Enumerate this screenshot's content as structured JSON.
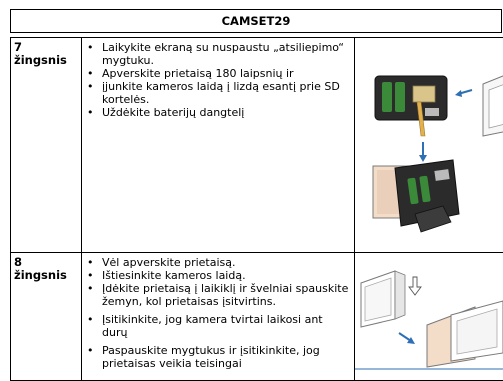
{
  "header": {
    "title": "CAMSET29"
  },
  "steps": [
    {
      "number": "7",
      "word": "žingsnis",
      "bullets": [
        "Laikykite ekraną su nuspaustu „atsiliepimo“ mygtuku.",
        "Apverskite prietaisą 180 laipsnių ir",
        "įjunkite kameros laidą į lizdą esantį prie SD kortelės.",
        "Uždėkite baterijų dangtelį"
      ]
    },
    {
      "number": "8",
      "word": "žingsnis",
      "bullets": [
        "Vėl apverskite prietaisą.",
        "Ištiesinkite kameros laidą.",
        "Įdėkite prietaisą į laikiklį ir švelniai spauskite žemyn, kol prietaisas įsitvirtins.",
        "Įsitikinkite, jog kamera tvirtai laikosi ant durų",
        "Paspauskite mygtukus ir įsitikinkite, jog prietaisas veikia teisingai"
      ]
    }
  ],
  "icons": {
    "bullet": "bullet-dot-icon",
    "step7_illustration": "device-battery-assembly-illustration",
    "step8_illustration": "device-mount-illustration"
  },
  "colors": {
    "arrow_blue": "#2f6fb5",
    "device_body": "#f3dcc8",
    "device_outline": "#7a7a7a",
    "board_dark": "#2b2b2b",
    "battery_green": "#3a8a3a"
  }
}
